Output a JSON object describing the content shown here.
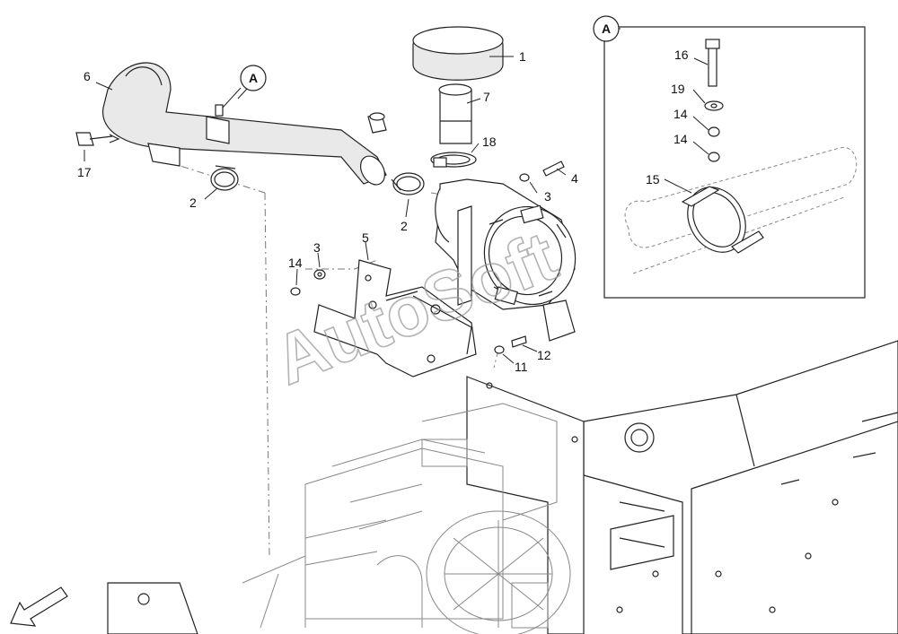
{
  "watermark": "AutoSoft",
  "detail": {
    "badge": "A"
  },
  "callouts": [
    {
      "id": "c1",
      "text": "1"
    },
    {
      "id": "c7",
      "text": "7"
    },
    {
      "id": "c18",
      "text": "18"
    },
    {
      "id": "c6",
      "text": "6"
    },
    {
      "id": "cA",
      "text": "A"
    },
    {
      "id": "c17",
      "text": "17"
    },
    {
      "id": "c2a",
      "text": "2"
    },
    {
      "id": "c2b",
      "text": "2"
    },
    {
      "id": "c4",
      "text": "4"
    },
    {
      "id": "c3a",
      "text": "3"
    },
    {
      "id": "c5",
      "text": "5"
    },
    {
      "id": "c3b",
      "text": "3"
    },
    {
      "id": "c14a",
      "text": "14"
    },
    {
      "id": "c12",
      "text": "12"
    },
    {
      "id": "c11",
      "text": "11"
    },
    {
      "id": "c16",
      "text": "16"
    },
    {
      "id": "c19",
      "text": "19"
    },
    {
      "id": "c14b",
      "text": "14"
    },
    {
      "id": "c14c",
      "text": "14"
    },
    {
      "id": "c15",
      "text": "15"
    }
  ]
}
